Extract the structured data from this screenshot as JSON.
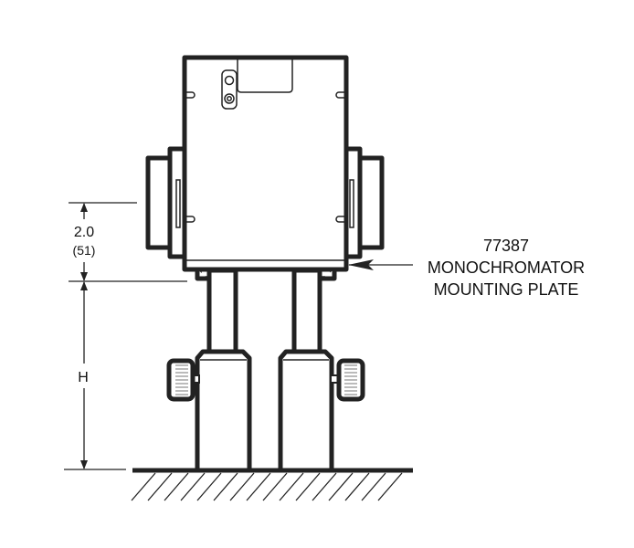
{
  "dimensions": {
    "offset_inches": "2.0",
    "offset_mm": "(51)",
    "height_label": "H"
  },
  "callout": {
    "part_number": "77387",
    "line1": "MONOCHROMATOR",
    "line2": "MOUNTING PLATE"
  },
  "colors": {
    "line": "#222222",
    "background": "#ffffff"
  }
}
